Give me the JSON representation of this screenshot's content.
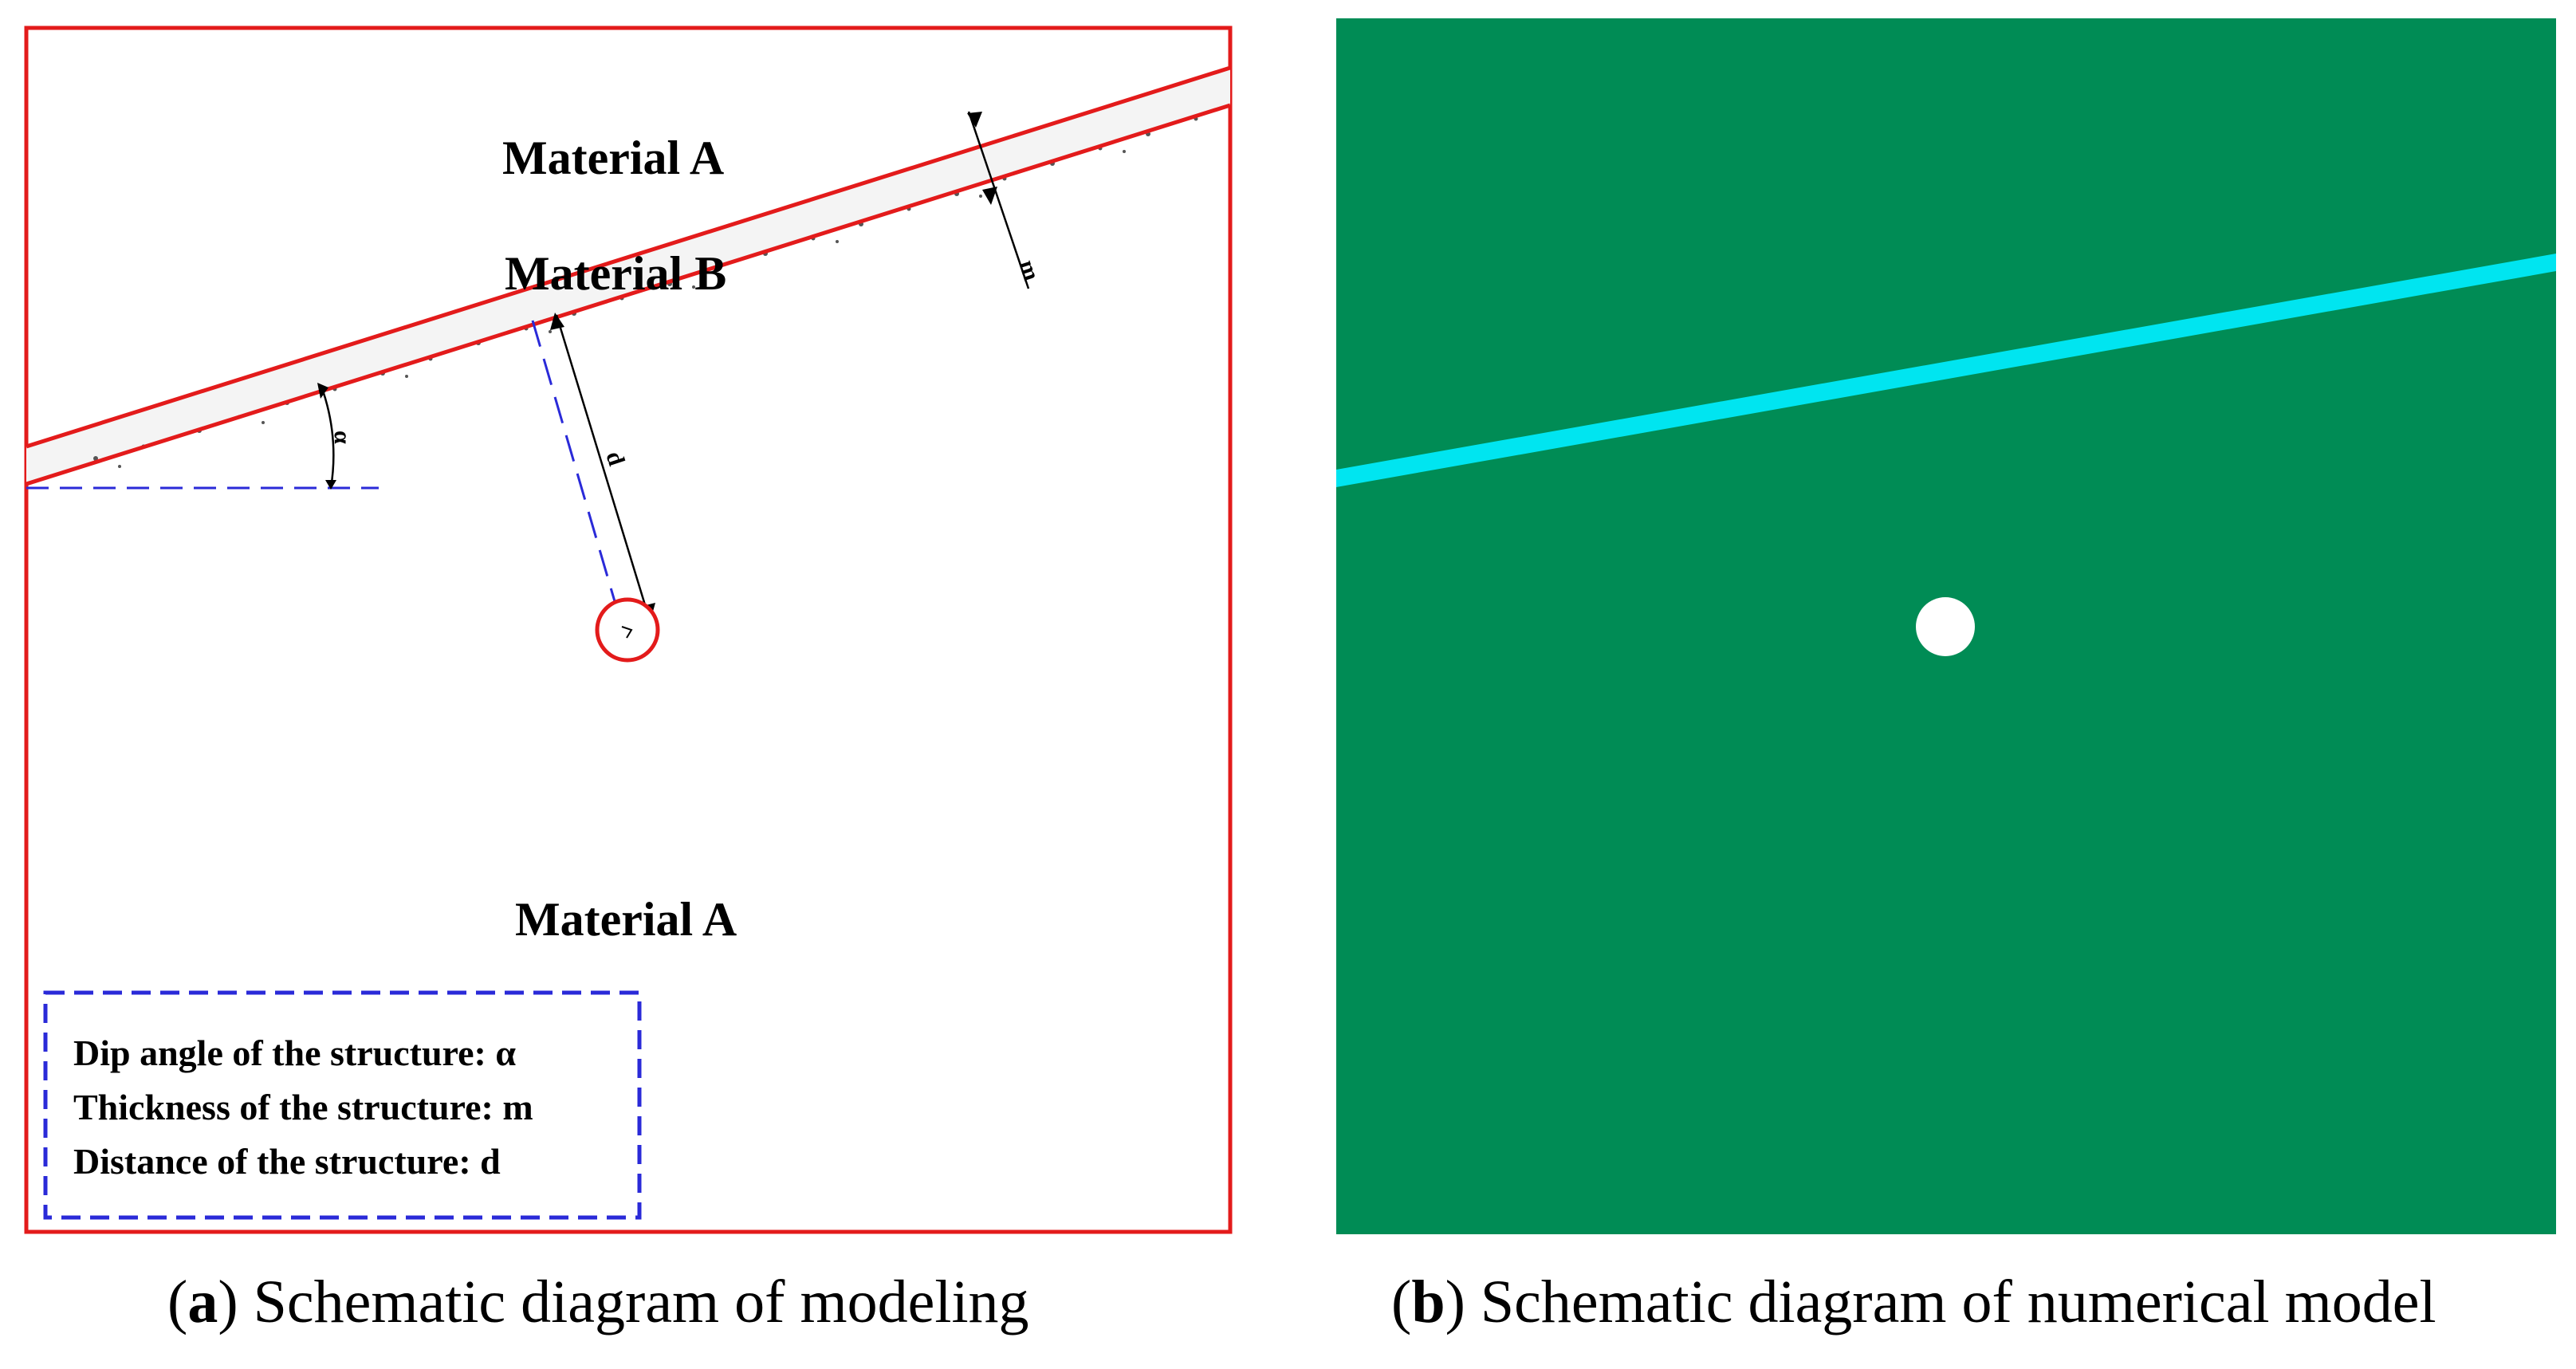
{
  "panel_a": {
    "label_material_a_top": "Material A",
    "label_material_b": "Material B",
    "label_material_a_bottom": "Material A",
    "symbol_alpha": "α",
    "symbol_m": "m",
    "symbol_d": "d",
    "legend": {
      "line1": "Dip angle of the structure: α",
      "line2": "Thickness of the structure: m",
      "line3": "Distance of the structure: d"
    },
    "caption_letter": "a",
    "caption_text": "Schematic diagram of modeling"
  },
  "panel_b": {
    "caption_letter": "b",
    "caption_text": "Schematic diagram of numerical model"
  },
  "colors": {
    "frame_red": "#e31b1b",
    "dash_blue": "#2a2ad8",
    "model_green": "#008c55",
    "structure_cyan": "#00e5f0",
    "tunnel_white": "#ffffff"
  }
}
